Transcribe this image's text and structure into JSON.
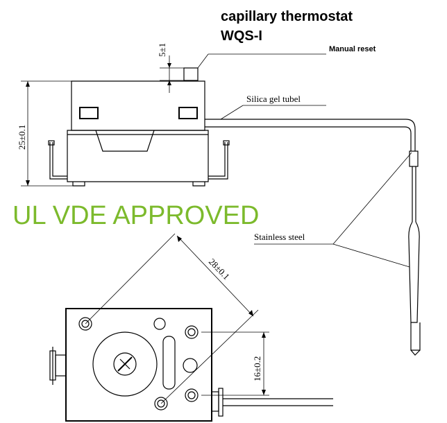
{
  "labels": {
    "title_line1": "capillary thermostat",
    "title_line2": "WQS-I",
    "manual_reset": "Manual reset",
    "silica_gel": "Silica gel tubel",
    "stainless": "Stainless steel",
    "approved": "UL VDE APPROVED"
  },
  "dimensions": {
    "dim_5": "5±1",
    "dim_25": "25±0.1",
    "dim_28": "28±0.1",
    "dim_16": "16±0.2"
  },
  "colors": {
    "approved": "#7cba2c",
    "line": "#000000"
  }
}
